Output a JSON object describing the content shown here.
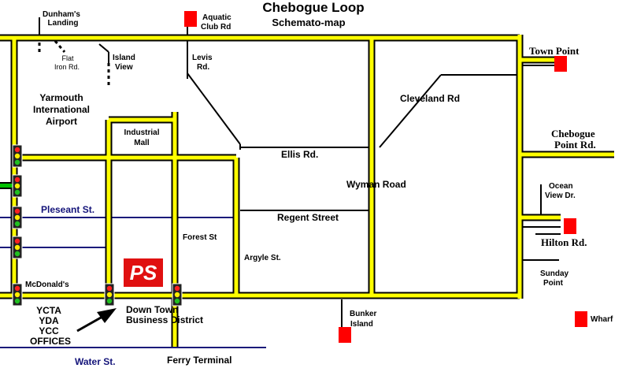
{
  "title": "Chebogue Loop",
  "subtitle": "Schemato-map",
  "colors": {
    "road_fill": "#ffff00",
    "road_edge": "#000000",
    "street_blue": "#1a1a7a",
    "marker_red": "#ff0000",
    "ps_red": "#e01010"
  },
  "labels": {
    "dunhams_landing": [
      "Dunham's",
      "Landing"
    ],
    "aquatic_club": [
      "Aquatic",
      "Club Rd"
    ],
    "flat_iron": [
      "Flat",
      "Iron Rd."
    ],
    "island_view": [
      "Island",
      "View"
    ],
    "levis": [
      "Levis",
      "Rd."
    ],
    "airport": [
      "Yarmouth",
      "International",
      "Airport"
    ],
    "industrial_mall": [
      "Industrial",
      "Mall"
    ],
    "cleveland": "Cleveland Rd",
    "town_point": "Town Point",
    "chebogue_point": [
      "Chebogue",
      "Point Rd."
    ],
    "ellis": "Ellis Rd.",
    "wyman": "Wyman Road",
    "ocean_view": [
      "Ocean",
      "View Dr."
    ],
    "pleseant": "Pleseant St.",
    "regent": "Regent Street",
    "hilton": "Hilton Rd.",
    "forest": "Forest St",
    "argyle": "Argyle St.",
    "sunday_point": [
      "Sunday",
      "Point"
    ],
    "mcdonalds": "McDonald's",
    "ps_logo": "PS",
    "offices": [
      "YCTA",
      "YDA",
      "YCC",
      "OFFICES"
    ],
    "downtown": [
      "Down Town",
      "Business District"
    ],
    "bunker": [
      "Bunker",
      "Island"
    ],
    "wharf": "Wharf",
    "water": "Water St.",
    "ferry": "Ferry Terminal"
  }
}
